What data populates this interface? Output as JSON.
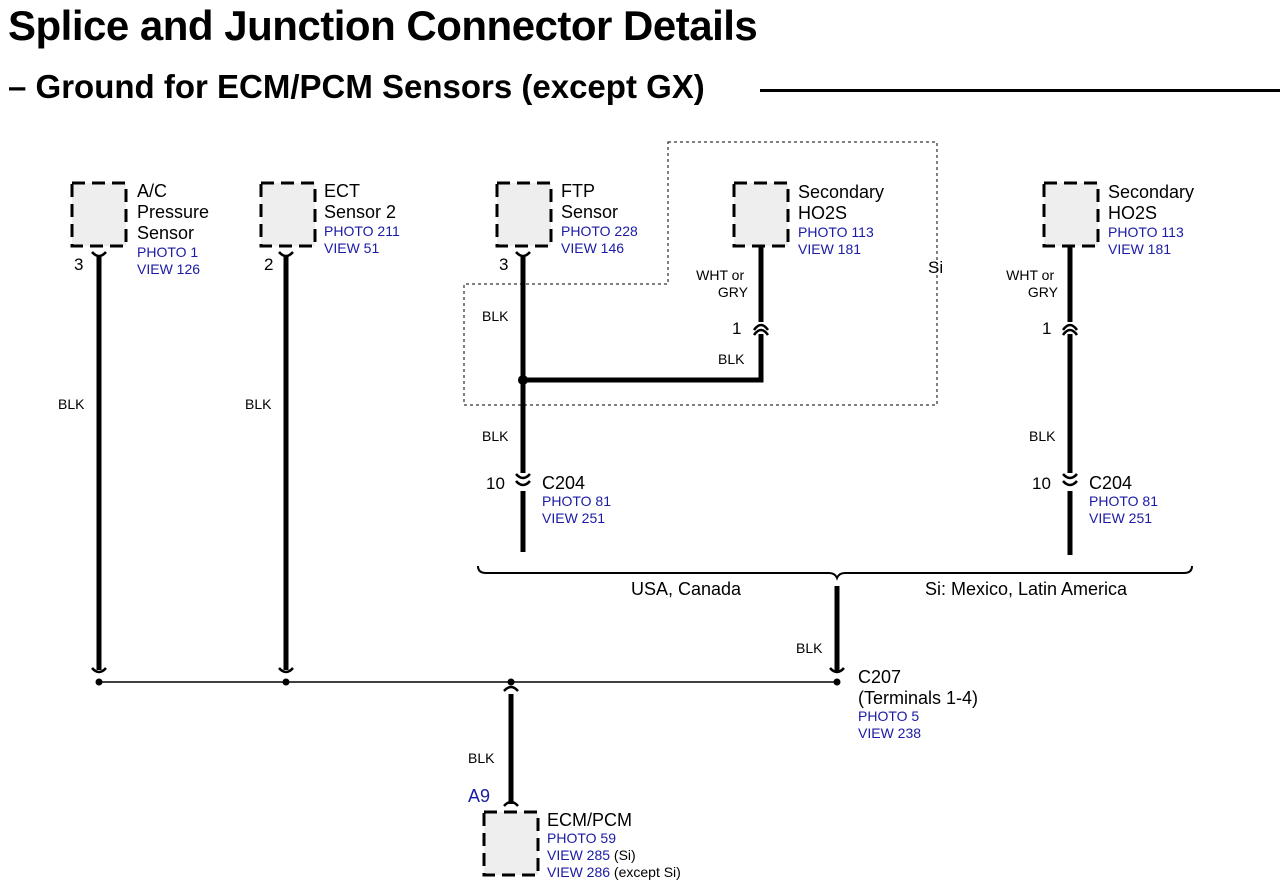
{
  "title": "Splice and Junction Connector Details",
  "subtitle": "– Ground for ECM/PCM Sensors (except GX)",
  "colors": {
    "wire": "#000000",
    "link_text": "#1a1aa6",
    "component_fill": "#eeeeee"
  },
  "components": {
    "ac_pressure": {
      "name": [
        "A/C",
        "Pressure",
        "Sensor"
      ],
      "photo": "PHOTO 1",
      "view": "VIEW 126",
      "terminal": "3"
    },
    "ect2": {
      "name": [
        "ECT",
        "Sensor 2"
      ],
      "photo": "PHOTO 211",
      "view": "VIEW 51",
      "terminal": "2"
    },
    "ftp": {
      "name": [
        "FTP",
        "Sensor"
      ],
      "photo": "PHOTO 228",
      "view": "VIEW 146",
      "terminal": "3"
    },
    "ho2s_si": {
      "name": [
        "Secondary",
        "HO2S"
      ],
      "photo": "PHOTO 113",
      "view": "VIEW 181",
      "wire_color": [
        "WHT or",
        "GRY"
      ],
      "terminal": "1"
    },
    "ho2s_mx": {
      "name": [
        "Secondary",
        "HO2S"
      ],
      "photo": "PHOTO 113",
      "view": "VIEW 181",
      "wire_color": [
        "WHT or",
        "GRY"
      ],
      "terminal": "1"
    },
    "ecm": {
      "name": "ECM/PCM",
      "photo": "PHOTO 59",
      "view1": "VIEW 285",
      "view1_note": "(Si)",
      "view2": "VIEW 286",
      "view2_note": "(except Si)",
      "terminal": "A9"
    }
  },
  "connectors": {
    "c204_left": {
      "id": "C204",
      "photo": "PHOTO 81",
      "view": "VIEW 251",
      "terminal": "10"
    },
    "c204_right": {
      "id": "C204",
      "photo": "PHOTO 81",
      "view": "VIEW 251",
      "terminal": "10"
    },
    "c207": {
      "id": "C207",
      "terminals": "(Terminals 1-4)",
      "photo": "PHOTO 5",
      "view": "VIEW 238"
    }
  },
  "wire_labels": {
    "blk": "BLK"
  },
  "regions": {
    "si_box": "Si",
    "left_bracket": "USA, Canada",
    "right_bracket": "Si: Mexico, Latin America"
  }
}
